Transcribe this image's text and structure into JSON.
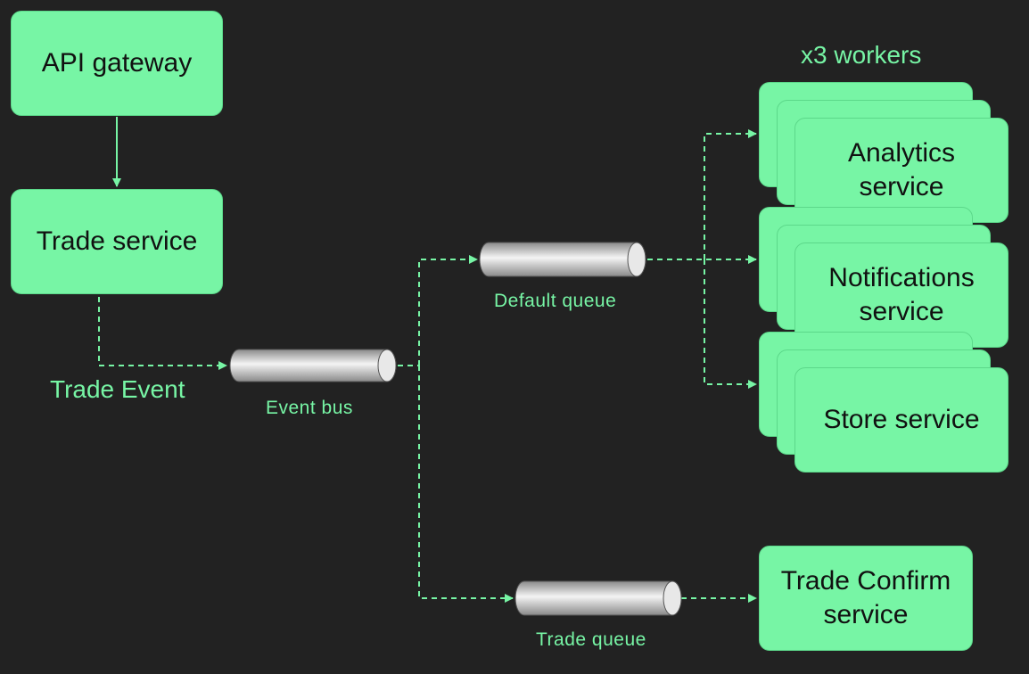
{
  "colors": {
    "background": "#222222",
    "box_fill": "#77f5a5",
    "text_dark": "#111111",
    "accent": "#77f5a5"
  },
  "nodes": {
    "api_gateway": "API gateway",
    "trade_service": "Trade service",
    "analytics_service": "Analytics\nservice",
    "notifications_service": "Notifications\nservice",
    "store_service": "Store service",
    "trade_confirm_service": "Trade Confirm\nservice"
  },
  "labels": {
    "trade_event": "Trade Event",
    "workers": "x3 workers"
  },
  "queues": {
    "event_bus": "Event bus",
    "default_queue": "Default queue",
    "trade_queue": "Trade queue"
  }
}
